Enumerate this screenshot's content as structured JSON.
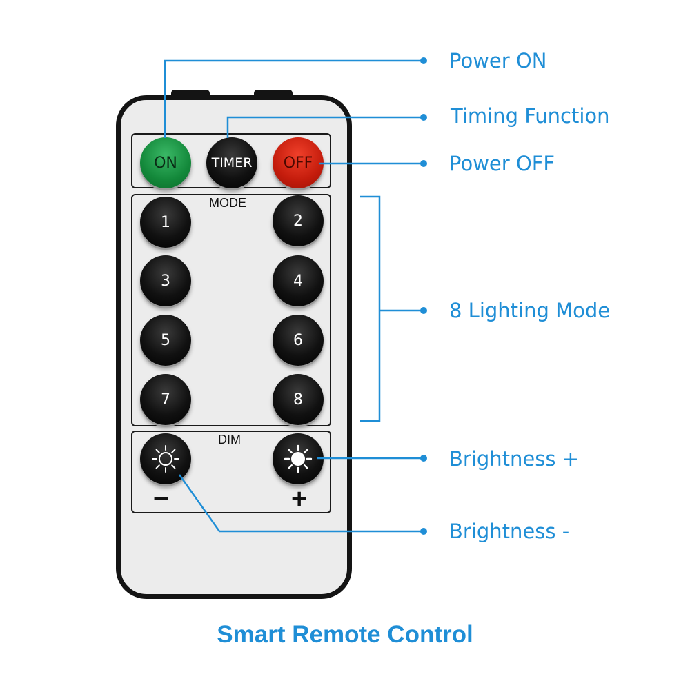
{
  "remote": {
    "buttons": {
      "on": "ON",
      "timer": "TIMER",
      "off": "OFF",
      "mode_1": "1",
      "mode_2": "2",
      "mode_3": "3",
      "mode_4": "4",
      "mode_5": "5",
      "mode_6": "6",
      "mode_7": "7",
      "mode_8": "8"
    },
    "mode_label": "MODE",
    "dim_label": "DIM",
    "minus_sign": "−",
    "plus_sign": "+"
  },
  "callouts": {
    "power_on": "Power ON",
    "timing_function": "Timing Function",
    "power_off": "Power OFF",
    "lighting_mode": "8 Lighting Mode",
    "brightness_plus": "Brightness +",
    "brightness_minus": "Brightness -"
  },
  "caption": "Smart Remote Control",
  "colors": {
    "accent": "#1f8ed6",
    "on_button": "#13883a",
    "off_button": "#c41c0c",
    "remote_body": "#ececec"
  },
  "icons": {
    "brightness_down": "sun-outline-icon",
    "brightness_up": "sun-filled-icon"
  }
}
